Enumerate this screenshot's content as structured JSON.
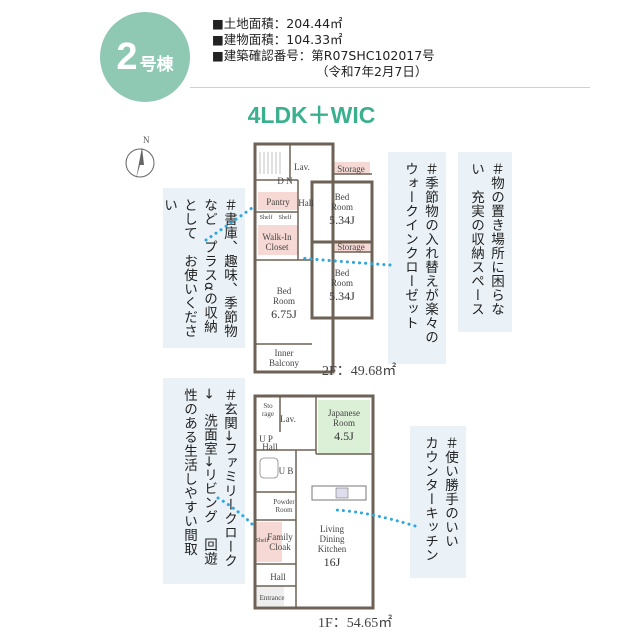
{
  "badge": {
    "number": "2",
    "suffix": "号棟"
  },
  "specs": {
    "land_area": "■土地面積：204.44㎡",
    "building_area": "■建物面積：104.33㎡",
    "permit_number": "■建築確認番号：第R07SHC102017号",
    "permit_date": "（令和7年2月7日）"
  },
  "layout_title": "4LDK＋WIC",
  "compass_label": "N",
  "notes": {
    "study": "＃書庫、趣味、季節物など　プラスαの収納として　お使いください",
    "walkin": "＃季節物の入れ替えが楽々の　ウォークインクローゼット",
    "storage": "＃物の置き場所に困らない　充実の収納スペース",
    "circulation": "＃玄関→ファミリークローク→　洗面室→リビング　回遊性のある生活しやすい間取",
    "kitchen": "＃使い勝手のいい　カウンターキッチン"
  },
  "floor2": {
    "label": "2F：49.68㎡",
    "rooms": {
      "dn": "D N",
      "lav": "Lav.",
      "storage1": "Storage",
      "pantry": "Pantry",
      "shelf1": "Shelf",
      "shelf2": "Shelf",
      "hall": "Hall",
      "bed1_a": "Bed",
      "bed1_b": "Room",
      "bed1_size": "5.34J",
      "wic_a": "Walk-In",
      "wic_b": "Closet",
      "storage2": "Storage",
      "bed2_a": "Bed",
      "bed2_b": "Room",
      "bed2_size": "5.34J",
      "bed3_a": "Bed",
      "bed3_b": "Room",
      "bed3_size": "6.75J",
      "balcony_a": "Inner",
      "balcony_b": "Balcony"
    }
  },
  "floor1": {
    "label": "1F：54.65㎡",
    "rooms": {
      "sto_a": "Sto",
      "sto_b": "rage",
      "lav": "Lav.",
      "up": "U P",
      "hall1": "Hall",
      "jp_a": "Japanese",
      "jp_b": "Room",
      "jp_size": "4.5J",
      "ub": "U B",
      "powder_a": "Powder",
      "powder_b": "Room",
      "shelf": "Shelf",
      "family_a": "Family",
      "family_b": "Cloak",
      "living_a": "Living",
      "living_b": "Dining",
      "living_c": "Kitchen",
      "living_size": "16J",
      "hall2": "Hall",
      "entrance": "Entrance"
    }
  },
  "colors": {
    "accent": "#3bb08f",
    "badge": "#8fc9b3",
    "note_bg": "#eaf1f7",
    "dotted": "#2ea8dc",
    "pink": "#f6d9d4",
    "green_room": "#dcefd7",
    "wall": "#6d6255"
  }
}
